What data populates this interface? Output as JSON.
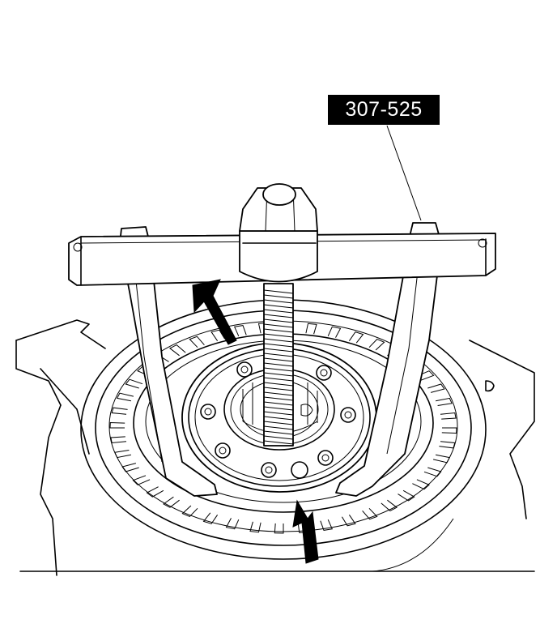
{
  "callout": {
    "tool_number": "307-525"
  },
  "figure": {
    "parts": [
      "transmission-case",
      "clutch-drum",
      "gear-ring",
      "puller-crossbar",
      "puller-leg-left",
      "puller-leg-right",
      "forcing-screw",
      "hex-nut",
      "hub-bolts",
      "retaining-ring"
    ],
    "arrows": 2
  },
  "colors": {
    "ink": "#000000",
    "paper": "#ffffff"
  }
}
